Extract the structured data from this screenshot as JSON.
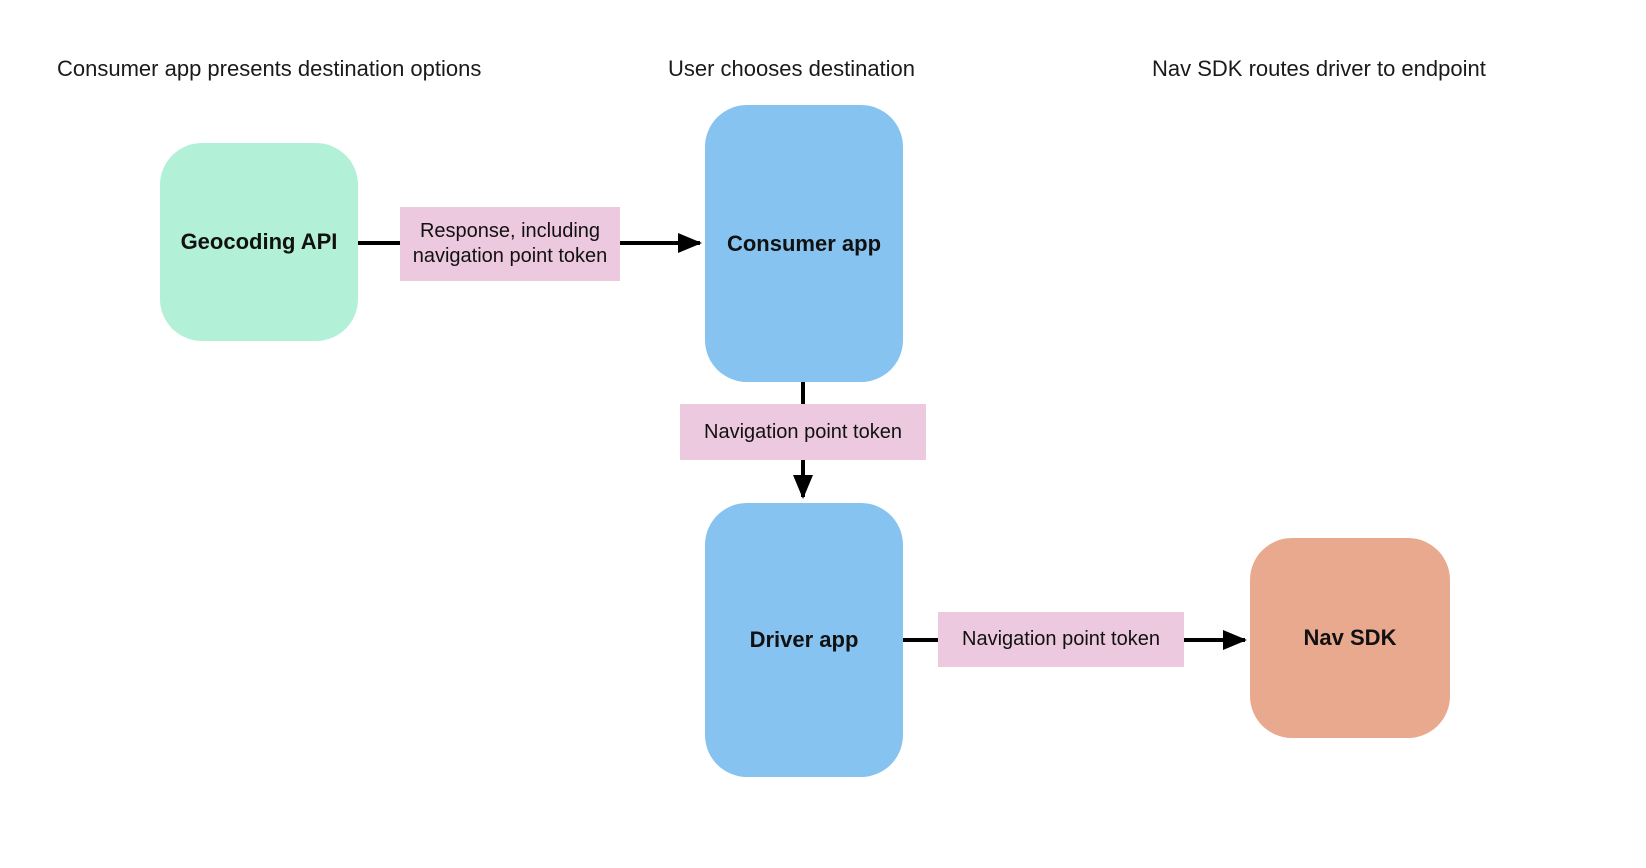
{
  "diagram": {
    "lane_headers": [
      {
        "label": "Consumer app presents destination options"
      },
      {
        "label": "User chooses destination"
      },
      {
        "label": "Nav SDK routes driver to endpoint"
      }
    ],
    "nodes": [
      {
        "id": "geocoding-api",
        "label": "Geocoding API",
        "color": "#b2f0d8"
      },
      {
        "id": "consumer-app",
        "label": "Consumer app",
        "color": "#86c3f0"
      },
      {
        "id": "driver-app",
        "label": "Driver app",
        "color": "#86c3f0"
      },
      {
        "id": "nav-sdk",
        "label": "Nav SDK",
        "color": "#e8a98e"
      }
    ],
    "edges": [
      {
        "from": "geocoding-api",
        "to": "consumer-app",
        "label": "Response, including navigation point token"
      },
      {
        "from": "consumer-app",
        "to": "driver-app",
        "label": "Navigation point token"
      },
      {
        "from": "driver-app",
        "to": "nav-sdk",
        "label": "Navigation point token"
      }
    ],
    "edge_label_color": "#ecc9df",
    "arrow_color": "#000000",
    "background_color": "#ffffff"
  }
}
